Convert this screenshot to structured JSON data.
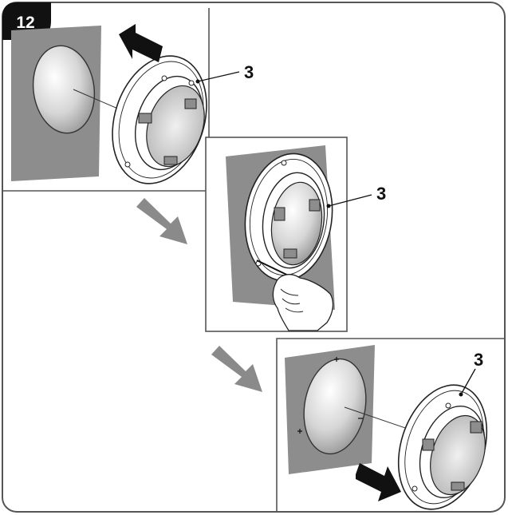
{
  "step_number": "12",
  "callouts": {
    "panel1": "3",
    "panel2": "3",
    "panel3": "3"
  },
  "colors": {
    "frame_border": "#555555",
    "wall_fill": "#8d8d8d",
    "hole_fill": "#dcdcdc",
    "badge_fill": "#111111",
    "black_arrow": "#111111",
    "gray_arrow": "#8a8a8a"
  },
  "icons": {
    "step_badge": "step-number-badge",
    "move_left": "black-arrow-left-icon",
    "flow_down_1": "gray-arrow-diagonal-icon",
    "flow_down_2": "gray-arrow-diagonal-icon",
    "move_right": "black-arrow-right-icon",
    "hand_tool": "screwdriver-hand-icon"
  }
}
